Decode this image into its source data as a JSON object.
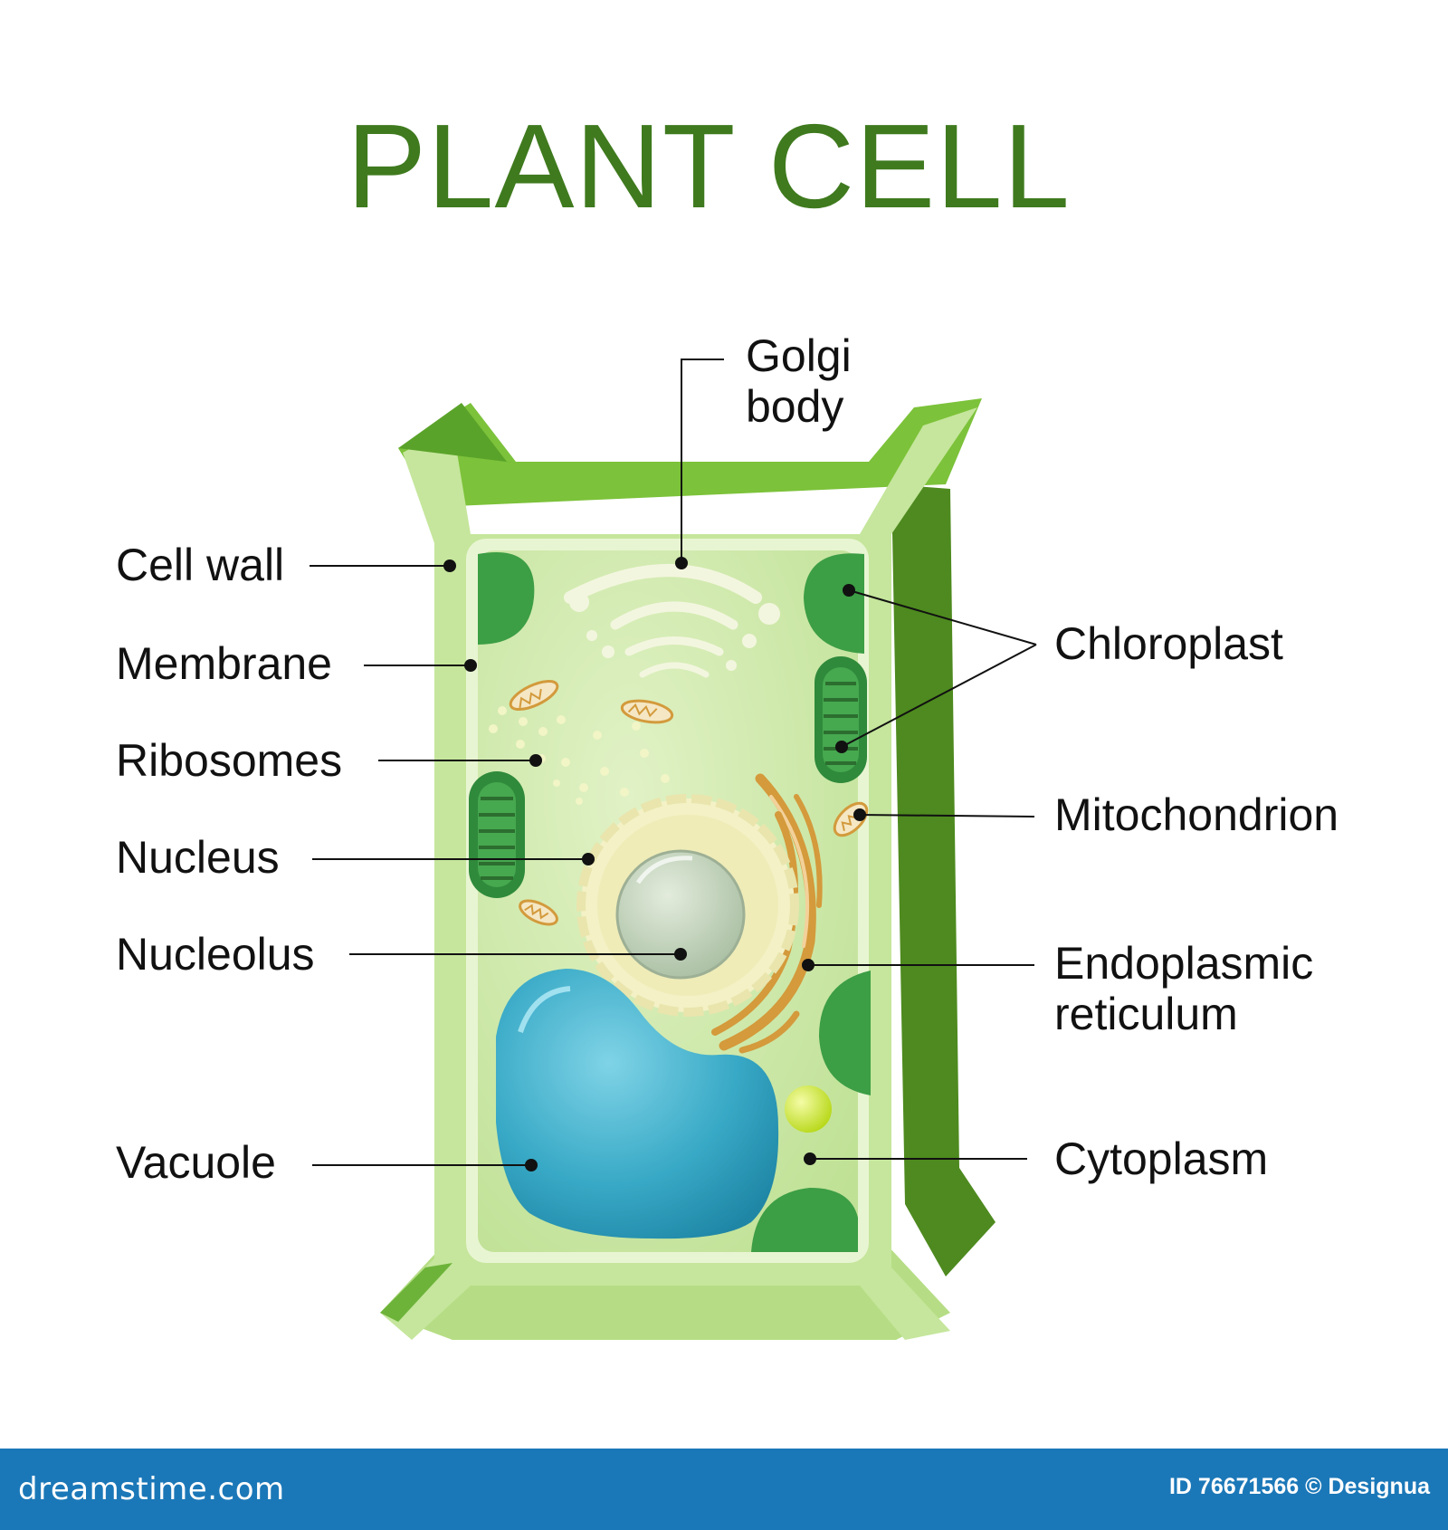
{
  "title": "PLANT CELL",
  "colors": {
    "title": "#3f7a1e",
    "wall_light": "#c5e69c",
    "wall_mid": "#7cc23a",
    "wall_dark": "#4e8a1f",
    "cytoplasm": "#cfe9a7",
    "vacuole": "#37aac8",
    "chloroplast": "#3c9e45",
    "nucleus_envelope": "#f4f1c6",
    "nucleolus": "#c4d4bd",
    "er": "#d49a3b",
    "footer": "#1b78b8"
  },
  "labels": {
    "golgi_body": "Golgi\nbody",
    "cell_wall": "Cell wall",
    "membrane": "Membrane",
    "ribosomes": "Ribosomes",
    "nucleus": "Nucleus",
    "nucleolus": "Nucleolus",
    "vacuole": "Vacuole",
    "chloroplast": "Chloroplast",
    "mitochondrion": "Mitochondrion",
    "endoplasmic_reticulum": "Endoplasmic\nreticulum",
    "cytoplasm": "Cytoplasm"
  },
  "footer": {
    "brand": "dreamstime.com",
    "image_id": "ID 76671566 © Designua"
  }
}
